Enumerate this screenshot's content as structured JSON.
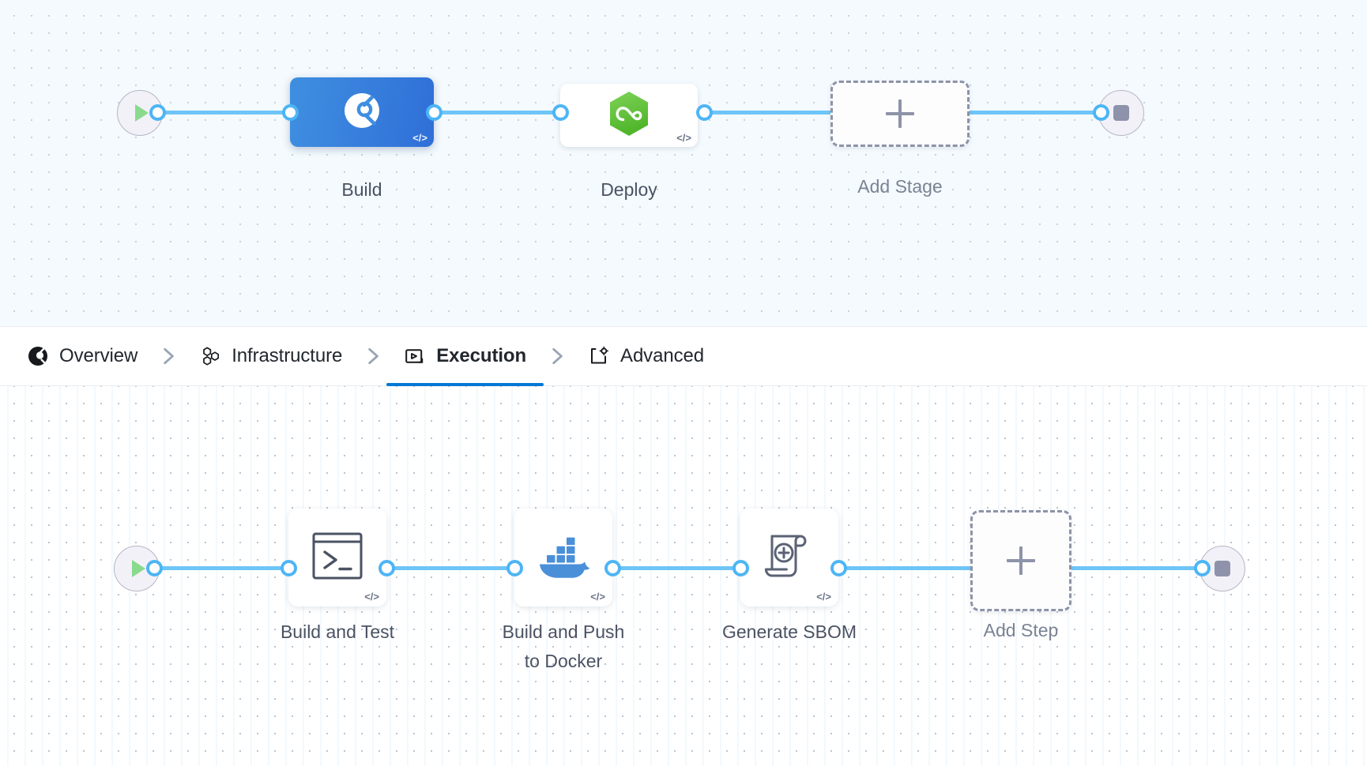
{
  "stage_canvas": {
    "name": "pipeline-stage-canvas",
    "start_node": {
      "icon": "play-icon",
      "label": ""
    },
    "end_node": {
      "icon": "stop-icon",
      "label": ""
    },
    "nodes": [
      {
        "id": "build",
        "label": "Build",
        "icon": "harness-ci-icon",
        "selected": true,
        "code_badge": "</>"
      },
      {
        "id": "deploy",
        "label": "Deploy",
        "icon": "harness-cd-hexagon-infinity-icon",
        "selected": false,
        "code_badge": "</>"
      },
      {
        "id": "add-stage",
        "label": "Add Stage",
        "icon": "plus-icon",
        "selected": false,
        "code_badge": ""
      }
    ]
  },
  "tabs": {
    "name": "stage-config-tabs",
    "items": [
      {
        "id": "overview",
        "label": "Overview",
        "icon": "overview-circle-icon",
        "active": false
      },
      {
        "id": "infrastructure",
        "label": "Infrastructure",
        "icon": "hexagons-icon",
        "active": false
      },
      {
        "id": "execution",
        "label": "Execution",
        "icon": "execution-play-box-icon",
        "active": true
      },
      {
        "id": "advanced",
        "label": "Advanced",
        "icon": "advanced-gear-box-icon",
        "active": false
      }
    ],
    "separator_icon": "chevron-right-icon"
  },
  "step_canvas": {
    "name": "execution-step-canvas",
    "start_node": {
      "icon": "play-icon",
      "label": ""
    },
    "end_node": {
      "icon": "stop-icon",
      "label": ""
    },
    "nodes": [
      {
        "id": "build-and-test",
        "label": "Build and Test",
        "icon": "terminal-icon",
        "code_badge": "</>"
      },
      {
        "id": "build-push-docker",
        "label": "Build and Push\nto Docker",
        "icon": "docker-whale-icon",
        "code_badge": "</>"
      },
      {
        "id": "generate-sbom",
        "label": "Generate SBOM",
        "icon": "scroll-plus-icon",
        "code_badge": "</>"
      },
      {
        "id": "add-step",
        "label": "Add Step",
        "icon": "plus-icon",
        "code_badge": ""
      }
    ]
  },
  "colors": {
    "accent_blue": "#0278d5",
    "link_blue": "#6ec5f7",
    "port_blue": "#4db5f5",
    "selected_stage_from": "#3f8fe0",
    "selected_stage_to": "#2f6fd8",
    "deploy_green": "#6bc84a",
    "docker_blue": "#4a90d9",
    "play_green": "#89da8d",
    "stop_gray": "#8e93ab",
    "stage_canvas_bg": "#f4fafd",
    "step_canvas_bg": "#ffffff",
    "dash_border": "#8d93a8",
    "label_text": "#4a5263"
  }
}
